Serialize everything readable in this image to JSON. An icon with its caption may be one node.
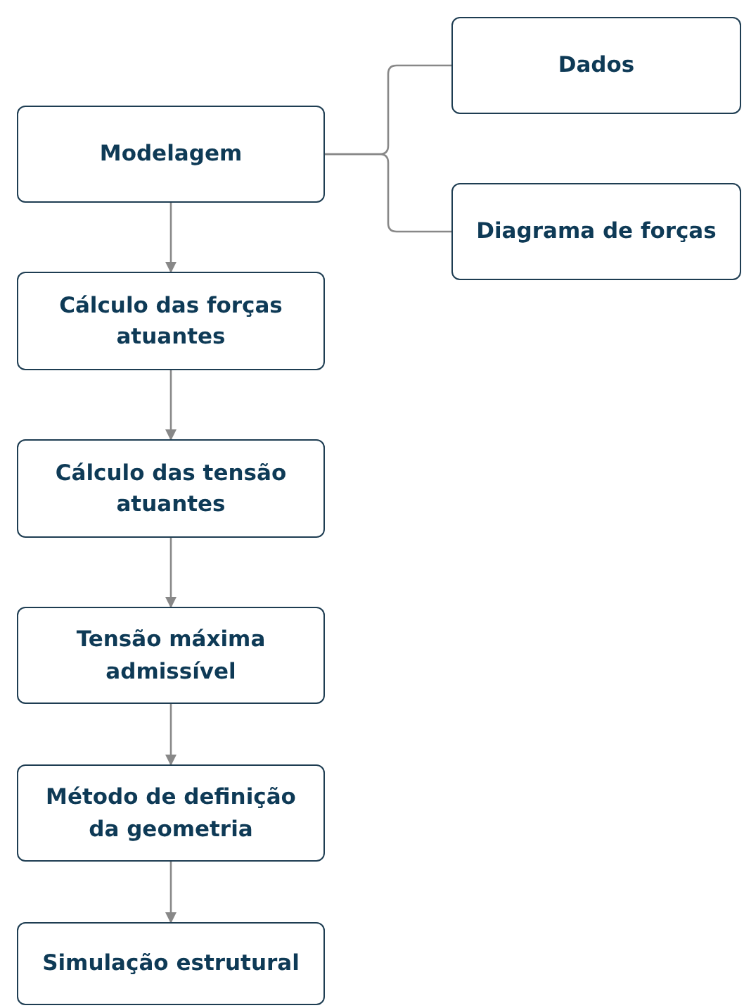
{
  "diagram": {
    "nodes": [
      {
        "text": [
          "Modelagem"
        ]
      },
      {
        "text": [
          "Dados"
        ]
      },
      {
        "text": [
          "Diagrama de forças"
        ]
      },
      {
        "text": [
          "Cálculo das forças atuantes"
        ]
      },
      {
        "text": [
          "Cálculo das tensão atuantes"
        ]
      },
      {
        "text": [
          "Tensão máxima admissível"
        ]
      },
      {
        "text": [
          "Método de definição da geometria"
        ]
      },
      {
        "text": [
          "Simulação estrutural"
        ]
      }
    ],
    "edges": [
      {
        "from": 0,
        "to": 1,
        "arrow": "none"
      },
      {
        "from": 0,
        "to": 2,
        "arrow": "none"
      },
      {
        "from": 0,
        "to": 3,
        "arrow": "to"
      },
      {
        "from": 3,
        "to": 4,
        "arrow": "to"
      },
      {
        "from": 4,
        "to": 5,
        "arrow": "to"
      },
      {
        "from": 5,
        "to": 6,
        "arrow": "to"
      },
      {
        "from": 6,
        "to": 7,
        "arrow": "to"
      }
    ]
  }
}
